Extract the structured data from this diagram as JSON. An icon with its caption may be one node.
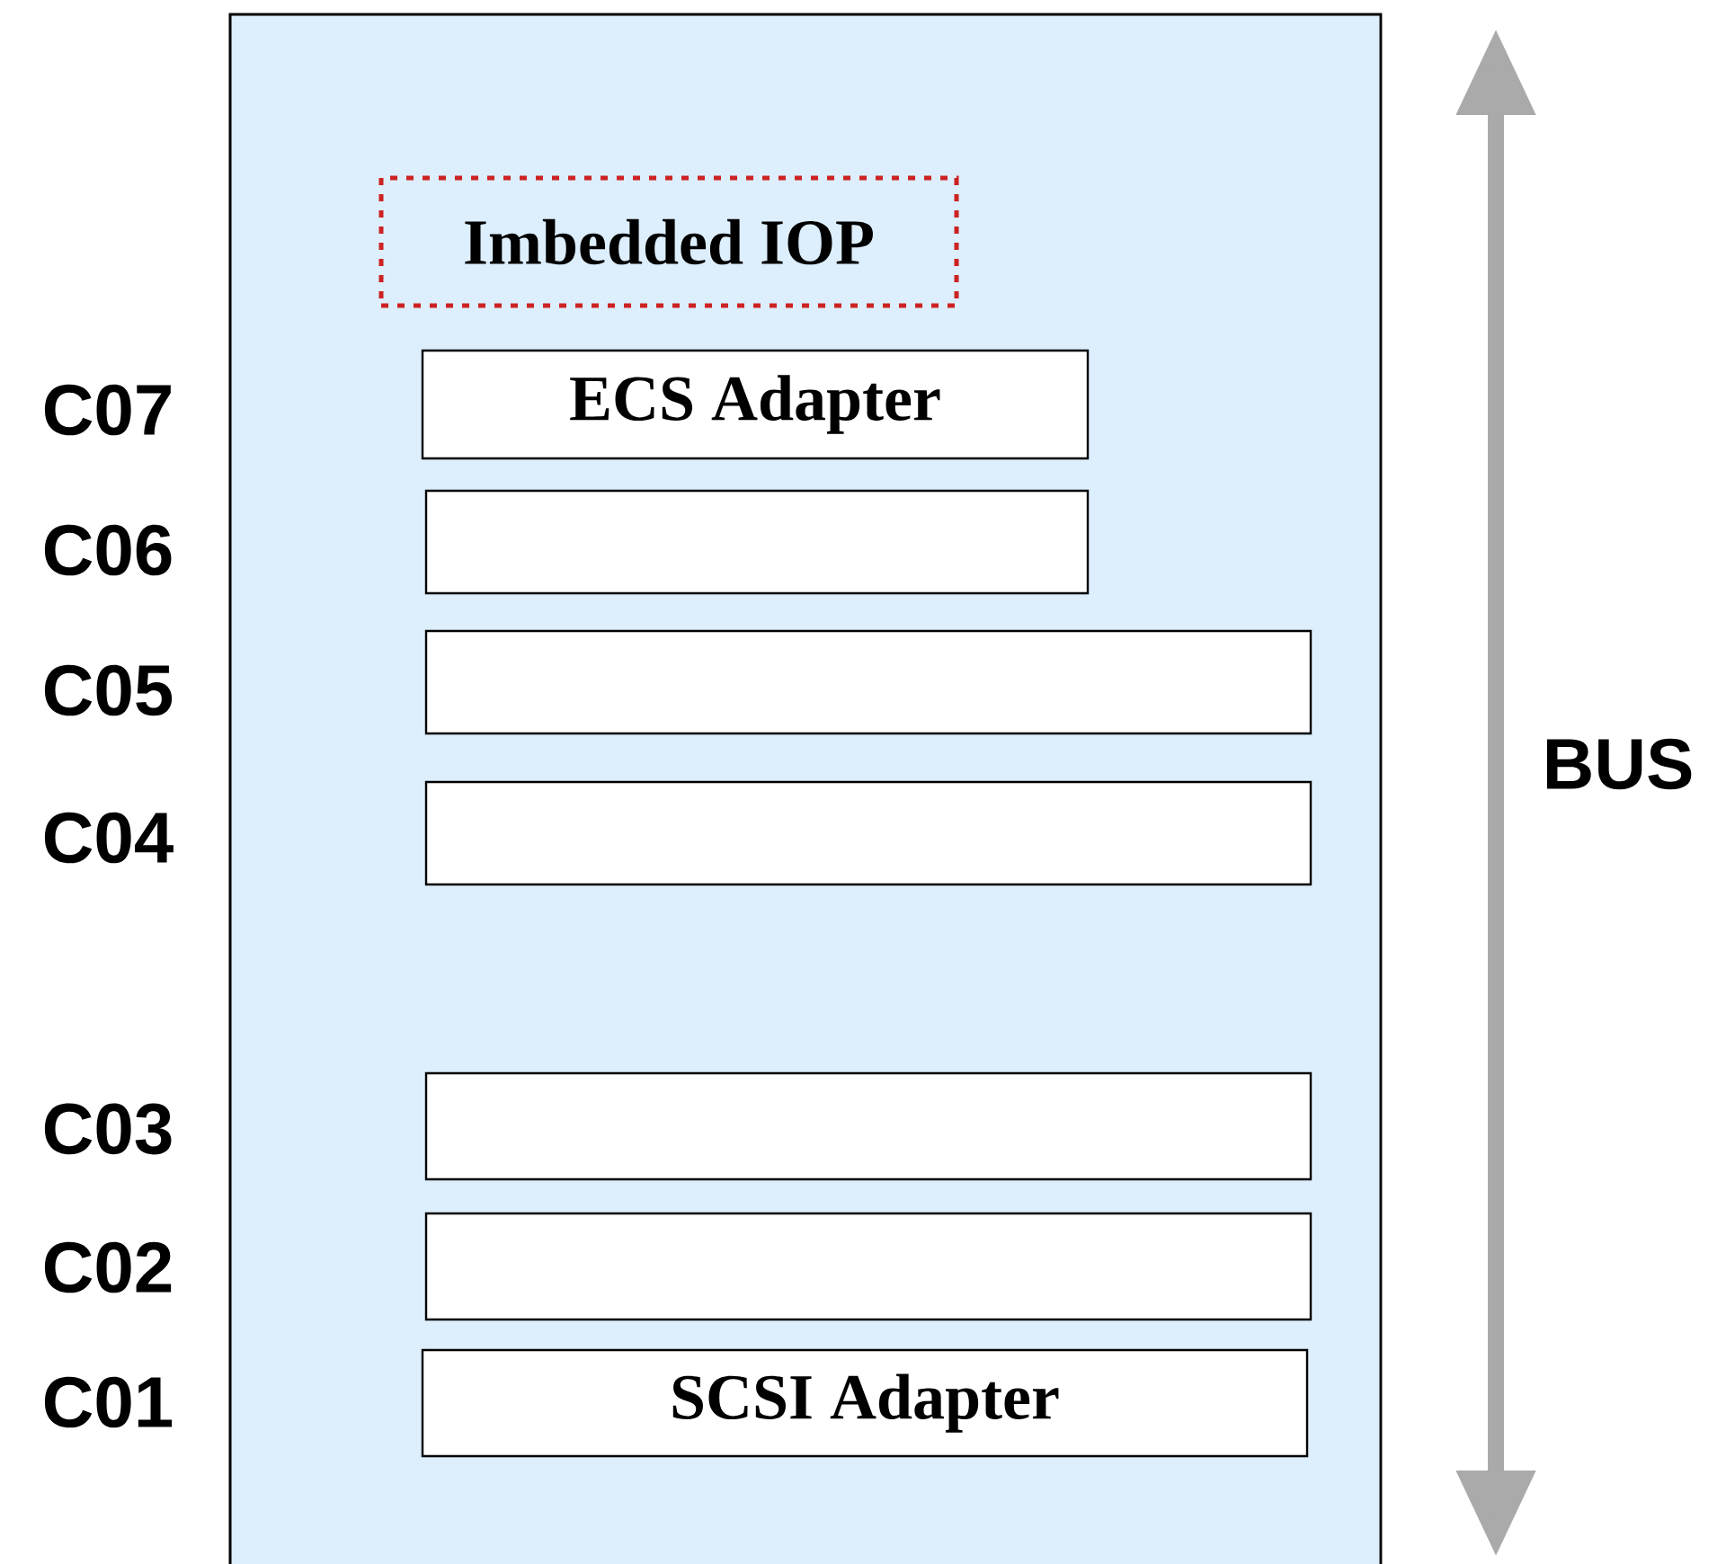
{
  "diagram": {
    "nodes": [
      {
        "text": [],
        "shape": "box"
      },
      {
        "text": [
          "Imbedded IOP"
        ],
        "in": 0
      },
      {
        "text": [
          "ECS Adapter"
        ],
        "in": 0
      },
      {
        "text": [],
        "shape": "box",
        "in": 0
      },
      {
        "text": [],
        "shape": "box",
        "in": 0
      },
      {
        "text": [],
        "shape": "box",
        "in": 0
      },
      {
        "text": [],
        "shape": "box",
        "in": 0
      },
      {
        "text": [],
        "shape": "box",
        "in": 0
      },
      {
        "text": [
          "SCSI Adapter"
        ],
        "in": 0
      }
    ],
    "labels": [
      "C07",
      "C06",
      "C05",
      "C04",
      "BUS",
      "C03",
      "C02",
      "C01"
    ]
  }
}
